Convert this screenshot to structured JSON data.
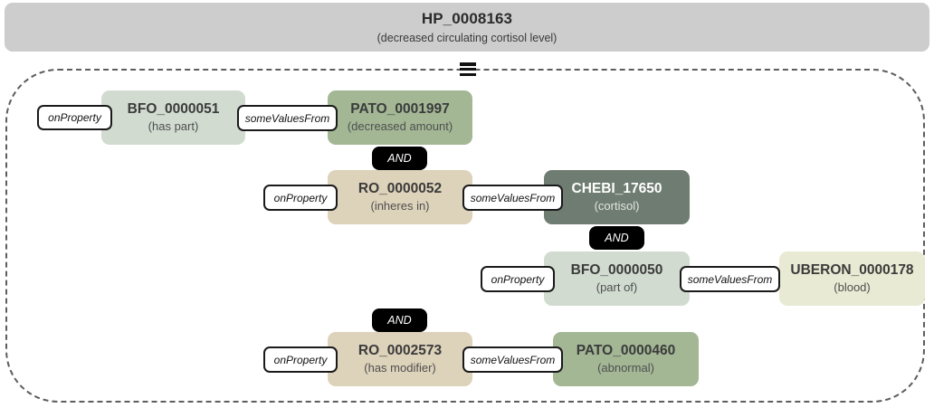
{
  "header": {
    "id": "HP_0008163",
    "label": "(decreased circulating cortisol level)"
  },
  "expression": {
    "menu_icon": "hamburger-icon",
    "rows": [
      {
        "property_pill": "onProperty",
        "property_node": {
          "id": "BFO_0000051",
          "label": "(has part)"
        },
        "restriction_pill": "someValuesFrom",
        "filler_node": {
          "id": "PATO_0001997",
          "label": "(decreased amount)"
        },
        "connector": null
      },
      {
        "property_pill": "onProperty",
        "property_node": {
          "id": "RO_0000052",
          "label": "(inheres in)"
        },
        "restriction_pill": "someValuesFrom",
        "filler_node": {
          "id": "CHEBI_17650",
          "label": "(cortisol)"
        },
        "connector": "AND"
      },
      {
        "property_pill": "onProperty",
        "property_node": {
          "id": "BFO_0000050",
          "label": "(part of)"
        },
        "restriction_pill": "someValuesFrom",
        "filler_node": {
          "id": "UBERON_0000178",
          "label": "(blood)"
        },
        "connector": "AND"
      },
      {
        "property_pill": "onProperty",
        "property_node": {
          "id": "RO_0002573",
          "label": "(has modifier)"
        },
        "restriction_pill": "someValuesFrom",
        "filler_node": {
          "id": "PATO_0000460",
          "label": "(abnormal)"
        },
        "connector": "AND"
      }
    ]
  },
  "colors": {
    "header_bg": "#cdcdcd",
    "bfo_has_part_bg": "#d1dbd0",
    "pato_decreased_amount_bg": "#a3b795",
    "ro_inheres_in_bg": "#ddd2ba",
    "chebi_cortisol_bg": "#6f7c71",
    "bfo_part_of_bg": "#d1dbd0",
    "uberon_blood_bg": "#e9ead3",
    "ro_has_modifier_bg": "#ddd2ba",
    "pato_abnormal_bg": "#a3b795",
    "and_badge_bg": "#000000",
    "dashed_border": "#5d5d5d"
  }
}
